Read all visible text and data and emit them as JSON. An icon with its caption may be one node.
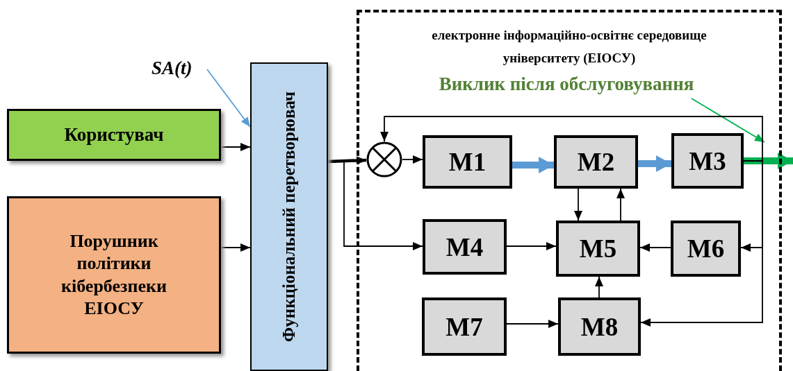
{
  "diagram": {
    "nodes": [
      {
        "text": [
          "Користувач"
        ]
      },
      {
        "text": [
          "Порушник політики кібербезпеки ЕІОСУ"
        ]
      },
      {
        "text": [
          "Функціональний перетворювач"
        ]
      },
      {
        "text": [
          "електронне інформаційно-освітнє середовище університету (ЕІОСУ)"
        ]
      },
      {
        "text": [
          "Виклик після обслуговування"
        ],
        "in": 3
      },
      {
        "text": [],
        "shape": "circle",
        "in": 3
      },
      {
        "text": [
          "M1"
        ],
        "in": 3
      },
      {
        "text": [
          "M2"
        ],
        "in": 3
      },
      {
        "text": [
          "M3"
        ],
        "in": 3
      },
      {
        "text": [
          "M4"
        ],
        "in": 3
      },
      {
        "text": [
          "M5"
        ],
        "in": 3
      },
      {
        "text": [
          "M6"
        ],
        "in": 3
      },
      {
        "text": [
          "M7"
        ],
        "in": 3
      },
      {
        "text": [
          "M8"
        ],
        "in": 3
      },
      {
        "text": [
          "*SA*(*t*)"
        ]
      }
    ],
    "edges": [
      {
        "from": 0,
        "to": 2,
        "arrow": "to"
      },
      {
        "from": 1,
        "to": 2,
        "arrow": "to"
      },
      {
        "from": 14,
        "to": 2,
        "arrow": "to",
        "color": "#5b9bd5"
      },
      {
        "from": 2,
        "to": 5,
        "arrow": "to",
        "style": "thick"
      },
      {
        "from": 2,
        "to": 9,
        "arrow": "to"
      },
      {
        "from": 5,
        "to": 6,
        "arrow": "to"
      },
      {
        "from": 6,
        "to": 7,
        "arrow": "to",
        "style": "thick",
        "color": "#5b9bd5"
      },
      {
        "from": 7,
        "to": 8,
        "arrow": "to",
        "style": "thick",
        "color": "#5b9bd5"
      },
      {
        "from": 8,
        "to": null,
        "arrow": "to",
        "style": "thick",
        "color": "#00b050"
      },
      {
        "from": 4,
        "to": null,
        "arrow": "to",
        "color": "#00b050"
      },
      {
        "from": 7,
        "to": 10,
        "arrow": "to"
      },
      {
        "from": 10,
        "to": 7,
        "arrow": "to"
      },
      {
        "from": 9,
        "to": 10,
        "arrow": "to"
      },
      {
        "from": 11,
        "to": 10,
        "arrow": "to"
      },
      {
        "from": 12,
        "to": 13,
        "arrow": "to"
      },
      {
        "from": 13,
        "to": 10,
        "arrow": "to"
      },
      {
        "from": 8,
        "to": 5,
        "arrow": "to"
      },
      {
        "from": 8,
        "to": 11,
        "arrow": "to"
      },
      {
        "from": 8,
        "to": 13,
        "arrow": "to"
      }
    ]
  }
}
